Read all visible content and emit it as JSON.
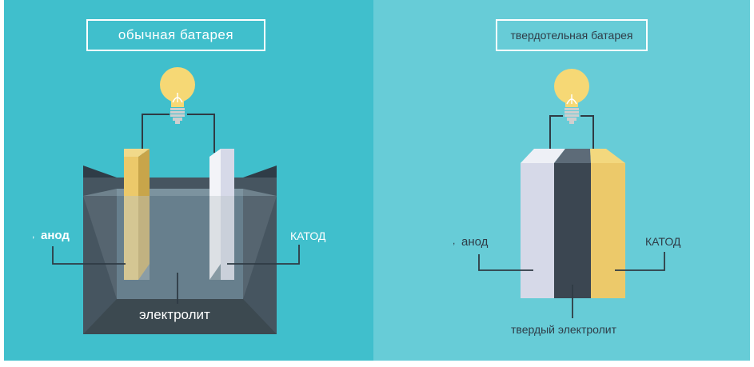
{
  "left": {
    "title": "обычная батарея",
    "anode_prefix": ",",
    "anode_label": "анод",
    "cathode_label": "КАТОД",
    "electrolyte_label": "электролит"
  },
  "right": {
    "title": "твердотельная батарея",
    "anode_prefix": ",",
    "anode_label": "анод",
    "cathode_label": "КАТОД",
    "electrolyte_label": "твердый электролит"
  },
  "colors": {
    "left_background": "#40bfcc",
    "right_background": "#67ccd7",
    "bulb": "#f6d875",
    "anode": "#ecc96a",
    "cathode": "#d6d9e8",
    "solid_electrolyte": "#3b4651",
    "container": "#465560"
  },
  "icons": [
    "light-bulb-icon",
    "light-bulb-icon"
  ]
}
